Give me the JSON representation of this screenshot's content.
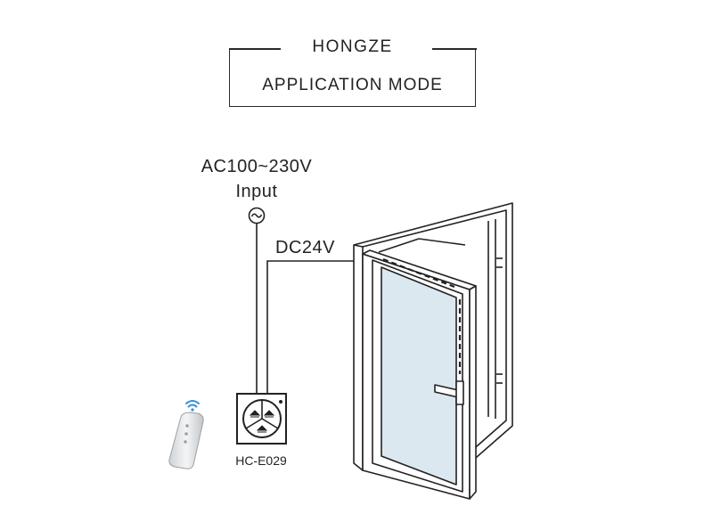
{
  "header": {
    "brand": "HONGZE",
    "subtitle": "APPLICATION MODE"
  },
  "power": {
    "voltage_label": "AC100~230V",
    "input_label": "Input",
    "icon": "ac-power-icon"
  },
  "output": {
    "voltage_label": "DC24V"
  },
  "controller": {
    "model_label": "HC-E029",
    "icon": "wall-switch-icon"
  },
  "remote": {
    "icon": "remote-control-icon",
    "signal_icon": "wireless-signal-icon"
  },
  "window": {
    "icon": "casement-window-icon",
    "glass_color": "#dbe8ef",
    "wifi_color": "#2f8fd8"
  }
}
